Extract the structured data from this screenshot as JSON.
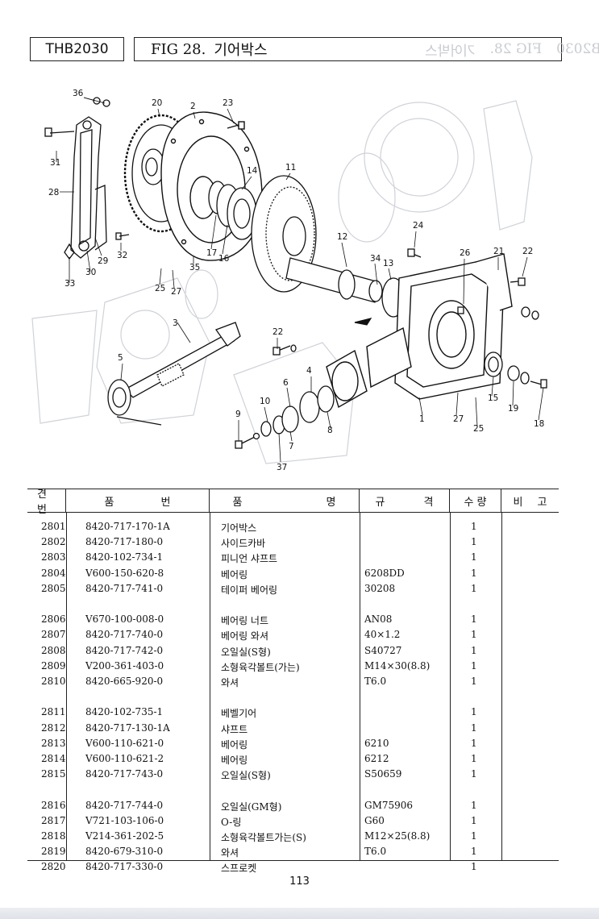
{
  "header": {
    "model": "THB2030",
    "fig_label": "FIG 28.",
    "fig_title": "기어박스"
  },
  "diagram": {
    "callouts": [
      "36",
      "20",
      "2",
      "23",
      "31",
      "14",
      "11",
      "28",
      "24",
      "12",
      "26",
      "21",
      "22",
      "34",
      "13",
      "29",
      "32",
      "30",
      "33",
      "35",
      "17",
      "16",
      "25",
      "27",
      "3",
      "22",
      "5",
      "4",
      "6",
      "10",
      "9",
      "8",
      "7",
      "37",
      "15",
      "19",
      "18",
      "27",
      "25",
      "1"
    ]
  },
  "table": {
    "columns": [
      "견 번",
      "품 번",
      "품 명",
      "규 격",
      "수 량",
      "비 고"
    ],
    "groups": [
      [
        {
          "no": "2801",
          "part": "8420-717-170-1A",
          "name": "기어박스",
          "spec": "",
          "qty": "1",
          "note": ""
        },
        {
          "no": "2802",
          "part": "8420-717-180-0",
          "name": "사이드카바",
          "spec": "",
          "qty": "1",
          "note": ""
        },
        {
          "no": "2803",
          "part": "8420-102-734-1",
          "name": "피니언 샤프트",
          "spec": "",
          "qty": "1",
          "note": ""
        },
        {
          "no": "2804",
          "part": "V600-150-620-8",
          "name": "베어링",
          "spec": "6208DD",
          "qty": "1",
          "note": ""
        },
        {
          "no": "2805",
          "part": "8420-717-741-0",
          "name": "테이퍼 베어링",
          "spec": "30208",
          "qty": "1",
          "note": ""
        }
      ],
      [
        {
          "no": "2806",
          "part": "V670-100-008-0",
          "name": "베어링 너트",
          "spec": "AN08",
          "qty": "1",
          "note": ""
        },
        {
          "no": "2807",
          "part": "8420-717-740-0",
          "name": "베어링 와셔",
          "spec": "40×1.2",
          "qty": "1",
          "note": ""
        },
        {
          "no": "2808",
          "part": "8420-717-742-0",
          "name": "오일실(S형)",
          "spec": "S40727",
          "qty": "1",
          "note": ""
        },
        {
          "no": "2809",
          "part": "V200-361-403-0",
          "name": "소형육각볼트(가는)",
          "spec": "M14×30(8.8)",
          "qty": "1",
          "note": ""
        },
        {
          "no": "2810",
          "part": "8420-665-920-0",
          "name": "와셔",
          "spec": "T6.0",
          "qty": "1",
          "note": ""
        }
      ],
      [
        {
          "no": "2811",
          "part": "8420-102-735-1",
          "name": "베벨기어",
          "spec": "",
          "qty": "1",
          "note": ""
        },
        {
          "no": "2812",
          "part": "8420-717-130-1A",
          "name": "샤프트",
          "spec": "",
          "qty": "1",
          "note": ""
        },
        {
          "no": "2813",
          "part": "V600-110-621-0",
          "name": "베어링",
          "spec": "6210",
          "qty": "1",
          "note": ""
        },
        {
          "no": "2814",
          "part": "V600-110-621-2",
          "name": "베어링",
          "spec": "6212",
          "qty": "1",
          "note": ""
        },
        {
          "no": "2815",
          "part": "8420-717-743-0",
          "name": "오일실(S형)",
          "spec": "S50659",
          "qty": "1",
          "note": ""
        }
      ],
      [
        {
          "no": "2816",
          "part": "8420-717-744-0",
          "name": "오일실(GM형)",
          "spec": "GM75906",
          "qty": "1",
          "note": ""
        },
        {
          "no": "2817",
          "part": "V721-103-106-0",
          "name": "O-링",
          "spec": "G60",
          "qty": "1",
          "note": ""
        },
        {
          "no": "2818",
          "part": "V214-361-202-5",
          "name": "소형육각볼트가는(S)",
          "spec": "M12×25(8.8)",
          "qty": "1",
          "note": ""
        },
        {
          "no": "2819",
          "part": "8420-679-310-0",
          "name": "와셔",
          "spec": "T6.0",
          "qty": "1",
          "note": ""
        },
        {
          "no": "2820",
          "part": "8420-717-330-0",
          "name": "스프로켓",
          "spec": "",
          "qty": "1",
          "note": ""
        }
      ]
    ]
  },
  "footer": {
    "page_number": "113"
  }
}
